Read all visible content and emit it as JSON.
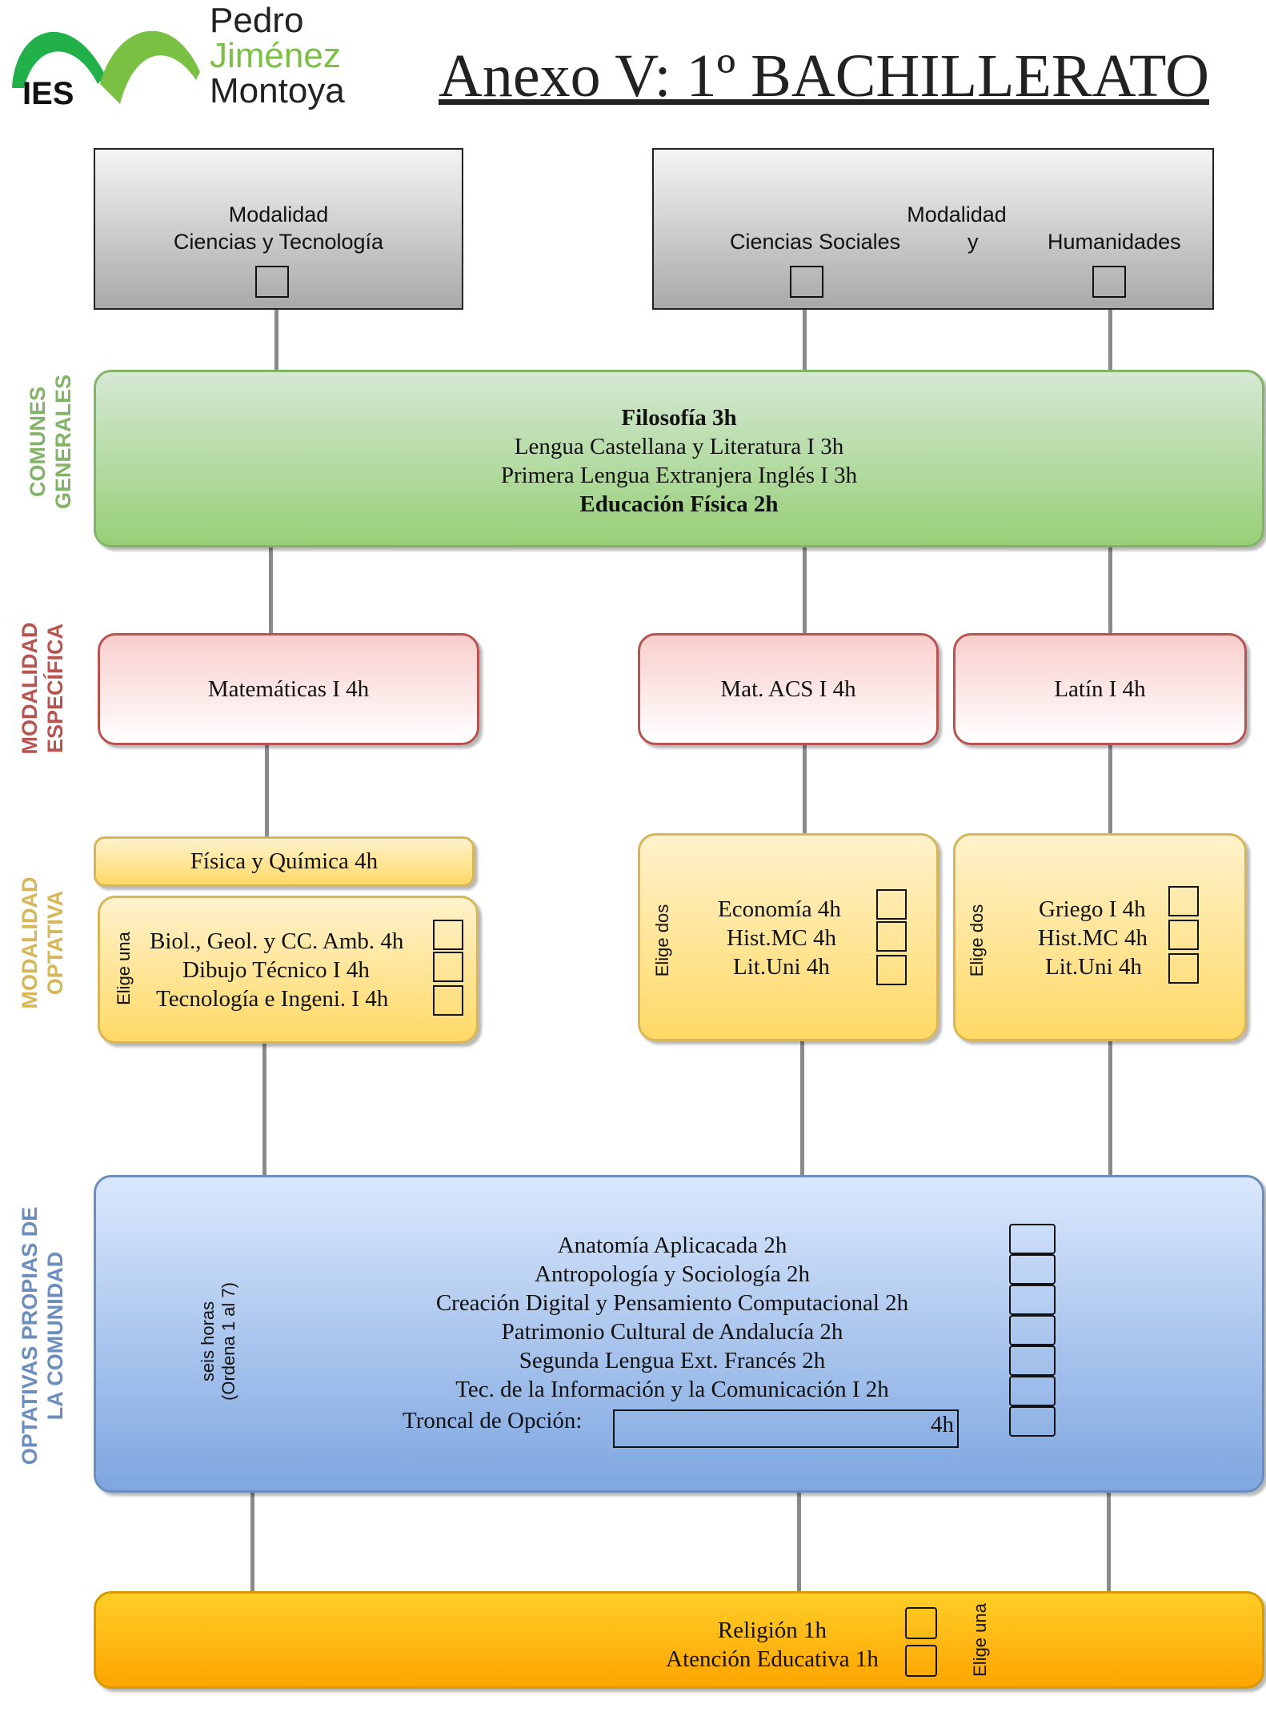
{
  "header": {
    "logo_ies": "IES",
    "logo_line1": "Pedro",
    "logo_line2": "Jiménez",
    "logo_line3": "Montoya",
    "title": "Anexo V: 1º BACHILLERATO"
  },
  "modalidades": {
    "ciencias": {
      "line1": "Modalidad",
      "line2": "Ciencias y Tecnología"
    },
    "sociales": {
      "line1": "Modalidad",
      "left": "Ciencias Sociales",
      "mid": "y",
      "right": "Humanidades"
    }
  },
  "side_labels": {
    "comunes": [
      "COMUNES",
      "GENERALES"
    ],
    "especifica": [
      "MODALIDAD",
      "ESPECÍFICA"
    ],
    "optativa": [
      "MODALIDAD",
      "OPTATIVA"
    ],
    "propias": [
      "OPTATIVAS PROPIAS DE",
      "LA COMUNIDAD"
    ]
  },
  "comunes": {
    "items": [
      "Filosofía 3h",
      "Lengua Castellana y Literatura I 3h",
      "Primera Lengua Extranjera Inglés I 3h",
      "Educación Física 2h"
    ]
  },
  "especifica": {
    "ciencias": "Matemáticas I 4h",
    "sociales": "Mat. ACS I 4h",
    "humanidades": "Latín I 4h"
  },
  "optativa": {
    "fisica": "Física y Química 4h",
    "ciencias": {
      "note": "Elige una",
      "items": [
        "Biol., Geol. y CC. Amb. 4h",
        "Dibujo Técnico I 4h",
        "Tecnología e Ingeni. I 4h"
      ]
    },
    "sociales": {
      "note": "Elige dos",
      "items": [
        "Economía 4h",
        "Hist.MC 4h",
        "Lit.Uni 4h"
      ]
    },
    "humanidades": {
      "note": "Elige dos",
      "items": [
        "Griego I 4h",
        "Hist.MC 4h",
        "Lit.Uni 4h"
      ]
    }
  },
  "propias": {
    "note1": "seis horas",
    "note2": "(Ordena 1 al 7)",
    "items": [
      "Anatomía Aplicacada 2h",
      "Antropología y Sociología 2h",
      "Creación Digital y Pensamiento Computacional 2h",
      "Patrimonio Cultural de Andalucía 2h",
      "Segunda Lengua Ext. Francés 2h",
      "Tec. de la Información  y la Comunicación I  2h"
    ],
    "troncal_label": "Troncal de Opción:",
    "troncal_hours": "4h",
    "troncal_value": ""
  },
  "religion": {
    "note": "Elige una",
    "items": [
      "Religión 1h",
      "Atención Educativa 1h"
    ]
  },
  "colors": {
    "green_label": "#82b366",
    "red_label": "#b85450",
    "yellow_label": "#d6b656",
    "blue_label": "#6c8ebf",
    "logo_green": "#22b04b",
    "logo_lightgreen": "#7ac143"
  }
}
